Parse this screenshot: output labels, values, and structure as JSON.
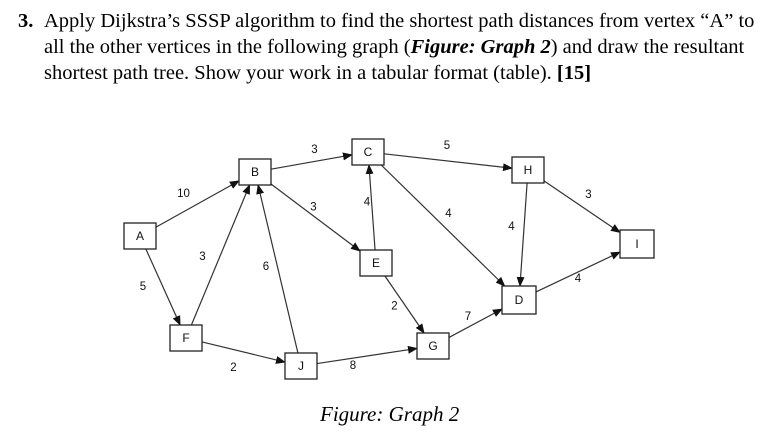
{
  "question": {
    "number": "3.",
    "text_part1": "Apply Dijkstra’s SSSP algorithm to find the shortest path distances from vertex “A” to all the other vertices in the following graph (",
    "figure_ref": "Figure: Graph 2",
    "text_part2": ") and draw the resultant shortest path tree. Show your work in a tabular format (table). ",
    "marks": "[15]"
  },
  "graph": {
    "nodes": [
      {
        "id": "A",
        "label": "A"
      },
      {
        "id": "B",
        "label": "B"
      },
      {
        "id": "C",
        "label": "C"
      },
      {
        "id": "H",
        "label": "H"
      },
      {
        "id": "I",
        "label": "I"
      },
      {
        "id": "E",
        "label": "E"
      },
      {
        "id": "D",
        "label": "D"
      },
      {
        "id": "F",
        "label": "F"
      },
      {
        "id": "J",
        "label": "J"
      },
      {
        "id": "G",
        "label": "G"
      }
    ],
    "edges": [
      {
        "from": "A",
        "to": "B",
        "weight": "10"
      },
      {
        "from": "A",
        "to": "F",
        "weight": "5"
      },
      {
        "from": "F",
        "to": "B",
        "weight": "3"
      },
      {
        "from": "J",
        "to": "B",
        "weight": "6"
      },
      {
        "from": "F",
        "to": "J",
        "weight": "2"
      },
      {
        "from": "B",
        "to": "C",
        "weight": "3"
      },
      {
        "from": "B",
        "to": "E",
        "weight": "3"
      },
      {
        "from": "E",
        "to": "C",
        "weight": "4"
      },
      {
        "from": "C",
        "to": "H",
        "weight": "5"
      },
      {
        "from": "C",
        "to": "D",
        "weight": "4"
      },
      {
        "from": "H",
        "to": "D",
        "weight": "4"
      },
      {
        "from": "H",
        "to": "I",
        "weight": "3"
      },
      {
        "from": "E",
        "to": "G",
        "weight": "2"
      },
      {
        "from": "J",
        "to": "G",
        "weight": "8"
      },
      {
        "from": "G",
        "to": "D",
        "weight": "7"
      },
      {
        "from": "D",
        "to": "I",
        "weight": "4"
      }
    ]
  },
  "caption": "Figure: Graph 2"
}
